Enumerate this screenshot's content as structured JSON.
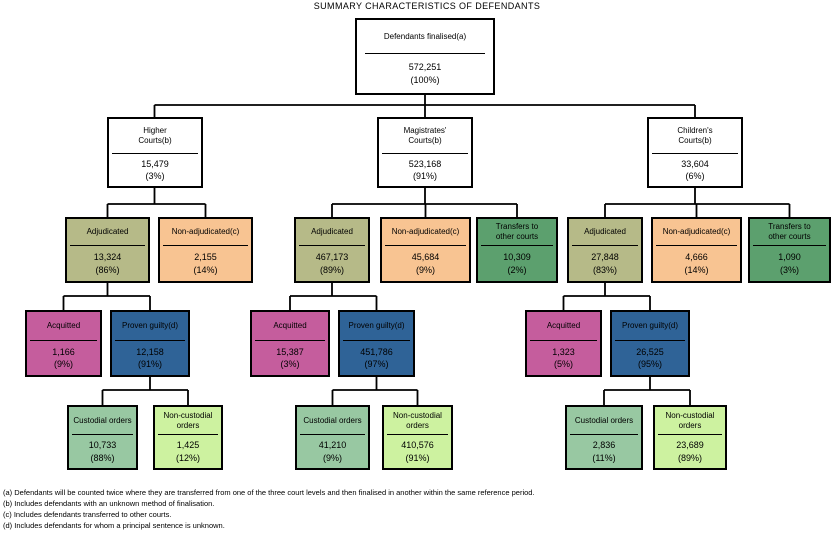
{
  "title": "SUMMARY CHARACTERISTICS OF DEFENDANTS",
  "root": {
    "label": "Defendants finalised(a)",
    "value": "572,251",
    "pct": "(100%)"
  },
  "branches": [
    {
      "court": {
        "label": "Higher\nCourts(b)",
        "value": "15,479",
        "pct": "(3%)"
      },
      "adjudicated": {
        "label": "Adjudicated",
        "value": "13,324",
        "pct": "(86%)"
      },
      "non_adjudicated": {
        "label": "Non-adjudicated(c)",
        "value": "2,155",
        "pct": "(14%)"
      },
      "acquitted": {
        "label": "Acquitted",
        "value": "1,166",
        "pct": "(9%)"
      },
      "proven_guilty": {
        "label": "Proven guilty(d)",
        "value": "12,158",
        "pct": "(91%)"
      },
      "custodial": {
        "label": "Custodial orders",
        "value": "10,733",
        "pct": "(88%)"
      },
      "non_custodial": {
        "label": "Non-custodial\norders",
        "value": "1,425",
        "pct": "(12%)"
      }
    },
    {
      "court": {
        "label": "Magistrates'\nCourts(b)",
        "value": "523,168",
        "pct": "(91%)"
      },
      "adjudicated": {
        "label": "Adjudicated",
        "value": "467,173",
        "pct": "(89%)"
      },
      "non_adjudicated": {
        "label": "Non-adjudicated(c)",
        "value": "45,684",
        "pct": "(9%)"
      },
      "transfers": {
        "label": "Transfers to\nother courts",
        "value": "10,309",
        "pct": "(2%)"
      },
      "acquitted": {
        "label": "Acquitted",
        "value": "15,387",
        "pct": "(3%)"
      },
      "proven_guilty": {
        "label": "Proven guilty(d)",
        "value": "451,786",
        "pct": "(97%)"
      },
      "custodial": {
        "label": "Custodial orders",
        "value": "41,210",
        "pct": "(9%)"
      },
      "non_custodial": {
        "label": "Non-custodial\norders",
        "value": "410,576",
        "pct": "(91%)"
      }
    },
    {
      "court": {
        "label": "Children's\nCourts(b)",
        "value": "33,604",
        "pct": "(6%)"
      },
      "adjudicated": {
        "label": "Adjudicated",
        "value": "27,848",
        "pct": "(83%)"
      },
      "non_adjudicated": {
        "label": "Non-adjudicated(c)",
        "value": "4,666",
        "pct": "(14%)"
      },
      "transfers": {
        "label": "Transfers to\nother courts",
        "value": "1,090",
        "pct": "(3%)"
      },
      "acquitted": {
        "label": "Acquitted",
        "value": "1,323",
        "pct": "(5%)"
      },
      "proven_guilty": {
        "label": "Proven guilty(d)",
        "value": "26,525",
        "pct": "(95%)"
      },
      "custodial": {
        "label": "Custodial orders",
        "value": "2,836",
        "pct": "(11%)"
      },
      "non_custodial": {
        "label": "Non-custodial\norders",
        "value": "23,689",
        "pct": "(89%)"
      }
    }
  ],
  "footnotes": [
    "(a) Defendants will be counted twice where they are transferred from one of the three court levels and then finalised in another within the same reference period.",
    "(b) Includes defendants with an unknown method of finalisation.",
    "(c) Includes defendants transferred to other courts.",
    "(d) Includes defendants for whom a principal sentence is unknown."
  ],
  "colors": {
    "adjudicated": "#b6ba88",
    "non_adjudicated": "#f8c492",
    "transfers": "#5ca06e",
    "acquitted": "#c55d9d",
    "proven_guilty": "#2f6397",
    "custodial": "#98c8a2",
    "non_custodial": "#cdf2a0",
    "line": "#000000"
  }
}
